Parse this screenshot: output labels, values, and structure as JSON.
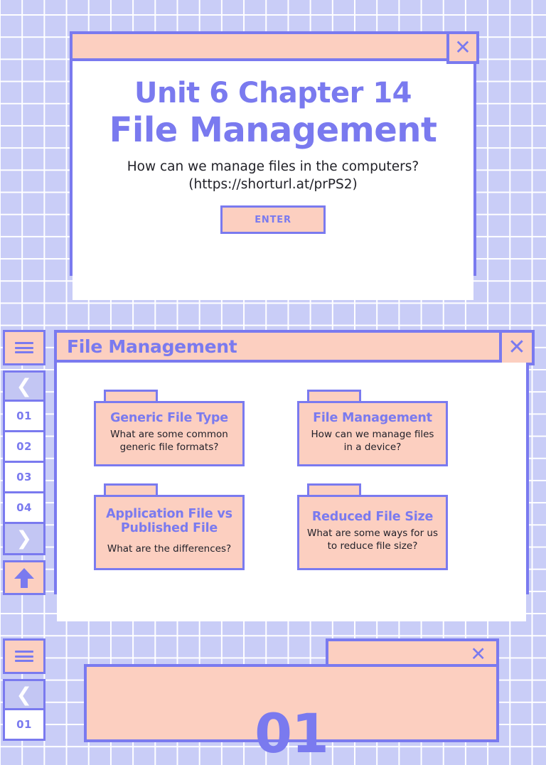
{
  "hero_window": {
    "close_label": "✕",
    "title_line1": "Unit 6 Chapter 14",
    "title_line2": "File Management",
    "subtitle_line1": "How can we manage files in the computers?",
    "subtitle_line2": "(https://shorturl.at/prPS2)",
    "enter_button": "ENTER"
  },
  "sidebar_top": {
    "menu_icon": "hamburger-icon",
    "prev_label": "❮",
    "pages": [
      "01",
      "02",
      "03",
      "04"
    ],
    "next_label": "❯",
    "up_icon": "up-arrow-icon"
  },
  "sidebar_bottom": {
    "menu_icon": "hamburger-icon",
    "prev_label": "❮",
    "pages": [
      "01"
    ]
  },
  "folders_window": {
    "title": "File Management",
    "close_label": "✕",
    "folders": [
      {
        "title": "Generic File Type",
        "desc": "What are some common generic file formats?"
      },
      {
        "title": "File Management",
        "desc": "How can we manage files in a device?"
      },
      {
        "title": "Application File vs Published File",
        "desc": "What are the differences?"
      },
      {
        "title": "Reduced File Size",
        "desc": "What are some ways for us to reduce file size?"
      }
    ]
  },
  "bottom_window": {
    "close_label": "✕",
    "number": "01"
  },
  "colors": {
    "purple": "#7a7aef",
    "peach": "#fccfc0",
    "lilac": "#c3c6f3",
    "grid_bg": "#c9cdf7",
    "grid_line": "#ffffff",
    "white": "#ffffff",
    "text_dark": "#1f1f28"
  }
}
